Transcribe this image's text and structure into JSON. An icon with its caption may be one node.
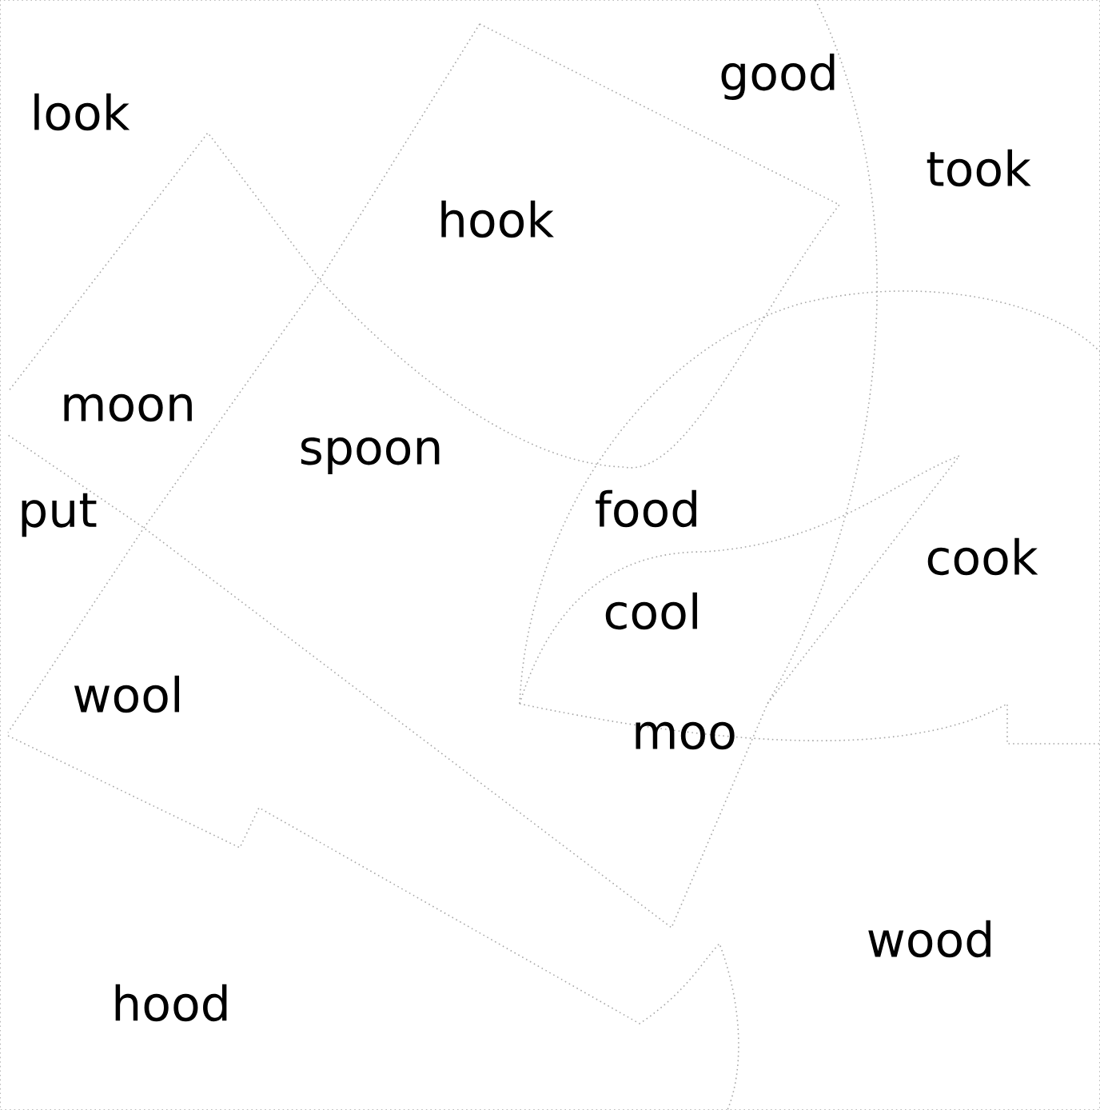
{
  "diagram": {
    "labels": [
      "look",
      "good",
      "took",
      "hook",
      "moon",
      "spoon",
      "food",
      "put",
      "cook",
      "cool",
      "wool",
      "moo",
      "wood",
      "hood"
    ]
  }
}
